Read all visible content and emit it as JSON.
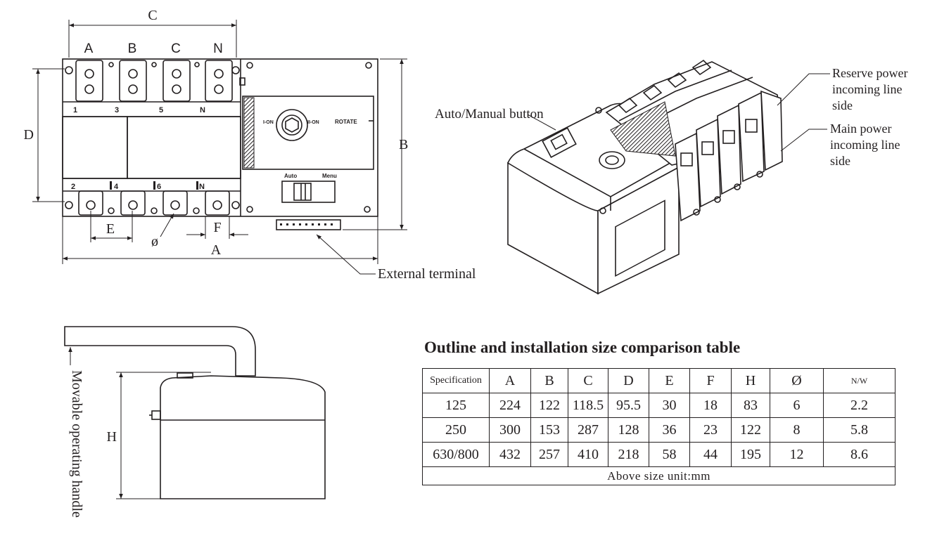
{
  "front_view": {
    "pole_labels": [
      "A",
      "B",
      "C",
      "N"
    ],
    "top_terminal_numbers": [
      "1",
      "3",
      "5",
      "N"
    ],
    "bottom_terminal_numbers": [
      "2",
      "4",
      "6",
      "N"
    ],
    "dim_top": "C",
    "dim_left": "D",
    "dim_right": "B",
    "dim_bottom": "A",
    "dim_e": "E",
    "dim_f": "F",
    "dim_phi": "ø",
    "panel_rotate": "ROTATE",
    "panel_ion_left": "I-ON",
    "panel_ion_right": "II-ON",
    "panel_auto": "Auto",
    "panel_menu": "Menu",
    "callout_external_terminal": "External terminal"
  },
  "iso_view": {
    "callout_auto_manual": "Auto/Manual button",
    "callout_reserve": [
      "Reserve power",
      "incoming line",
      "side"
    ],
    "callout_main": [
      "Main power",
      "incoming line",
      "side"
    ]
  },
  "side_view": {
    "dim_h": "H",
    "handle_label": "Movable operating handle"
  },
  "table": {
    "title": "Outline and installation size comparison table",
    "headers": [
      "Specification",
      "A",
      "B",
      "C",
      "D",
      "E",
      "F",
      "H",
      "Ø",
      "N/W"
    ],
    "rows": [
      [
        "125",
        "224",
        "122",
        "118.5",
        "95.5",
        "30",
        "18",
        "83",
        "6",
        "2.2"
      ],
      [
        "250",
        "300",
        "153",
        "287",
        "128",
        "36",
        "23",
        "122",
        "8",
        "5.8"
      ],
      [
        "630/800",
        "432",
        "257",
        "410",
        "218",
        "58",
        "44",
        "195",
        "12",
        "8.6"
      ]
    ],
    "footer": "Above size unit:mm"
  }
}
